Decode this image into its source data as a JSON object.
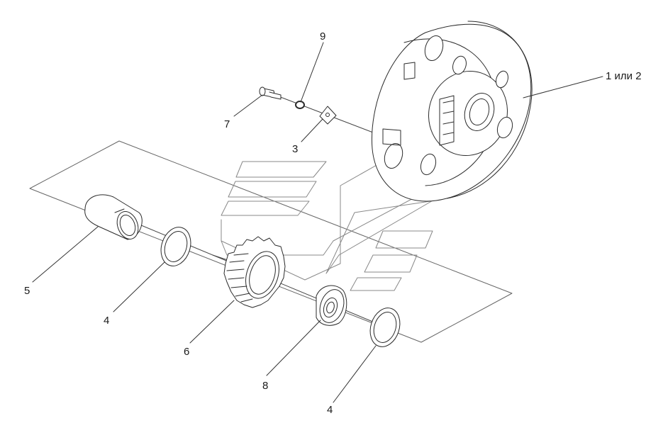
{
  "callouts": {
    "l1": "1 или 2",
    "l3": "3",
    "l4a": "4",
    "l4b": "4",
    "l5": "5",
    "l6": "6",
    "l7": "7",
    "l8": "8",
    "l9": "9"
  },
  "colors": {
    "line": "#2b2b2b",
    "fill": "#ffffff"
  }
}
